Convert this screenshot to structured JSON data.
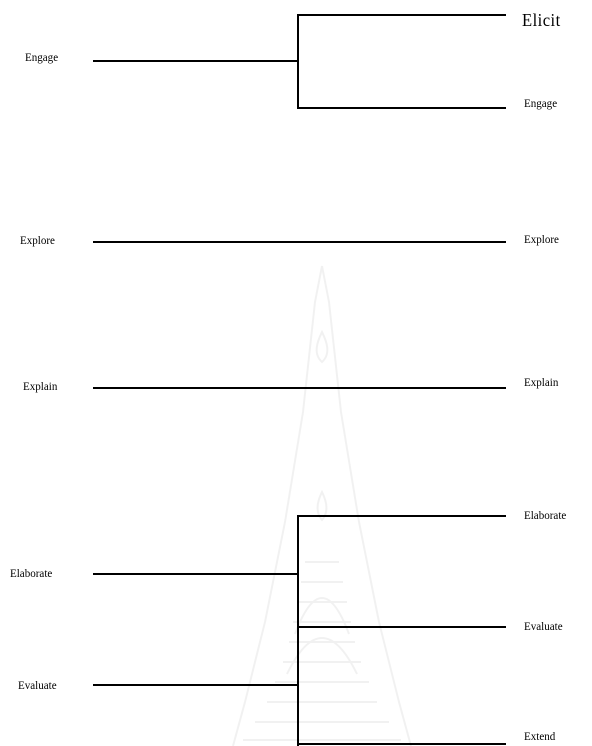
{
  "colors": {
    "line": "#000000",
    "text": "#000000",
    "background": "#ffffff",
    "watermark": "#9a9a9a"
  },
  "watermark_icon": "temple-spire-emblem",
  "left": {
    "engage": "Engage",
    "explore": "Explore",
    "explain": "Explain",
    "elaborate": "Elaborate",
    "evaluate": "Evaluate"
  },
  "right": {
    "elicit": "Elicit",
    "engage": "Engage",
    "explore": "Explore",
    "explain": "Explain",
    "elaborate": "Elaborate",
    "evaluate": "Evaluate",
    "extend": "Extend"
  }
}
